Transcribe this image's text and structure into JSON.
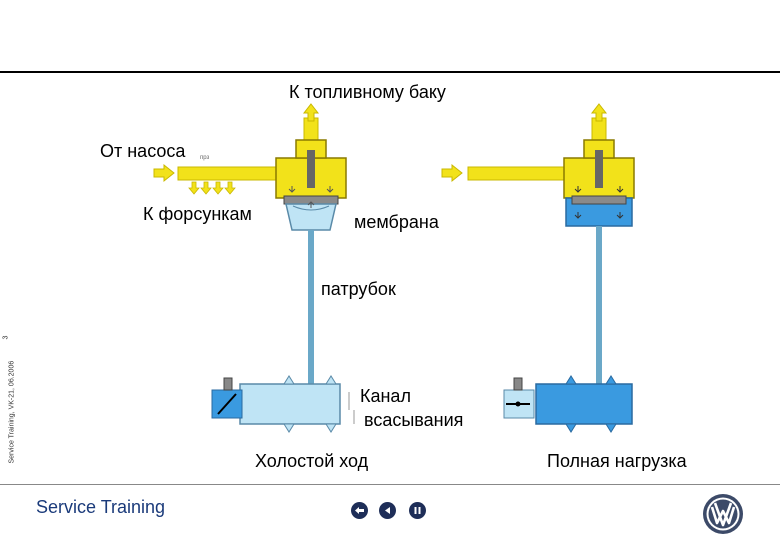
{
  "labels": {
    "to_fuel_tank": "К топливному баку",
    "from_pump": "От насоса",
    "to_injectors": "К форсункам",
    "membrane": "мембрана",
    "pipe": "патрубок",
    "intake_channel_line1": "Канал",
    "intake_channel_line2": "всасывания",
    "idle": "Холостой ход",
    "full_load": "Полная нагрузка",
    "small_inlet_mark": "прз"
  },
  "side": {
    "vertical_text": "Service Training, VK-21, 06.2006",
    "page_number": "3"
  },
  "footer": {
    "title": "Service Training",
    "nav": [
      "back-icon",
      "prev-icon",
      "pause-icon"
    ]
  },
  "colors": {
    "fuel": "#f2e21a",
    "vacuum": "#bfe4f5",
    "pressure_blue": "#3a9ae0",
    "pipe": "#6aa8c8",
    "footer_blue": "#1e2e58"
  }
}
